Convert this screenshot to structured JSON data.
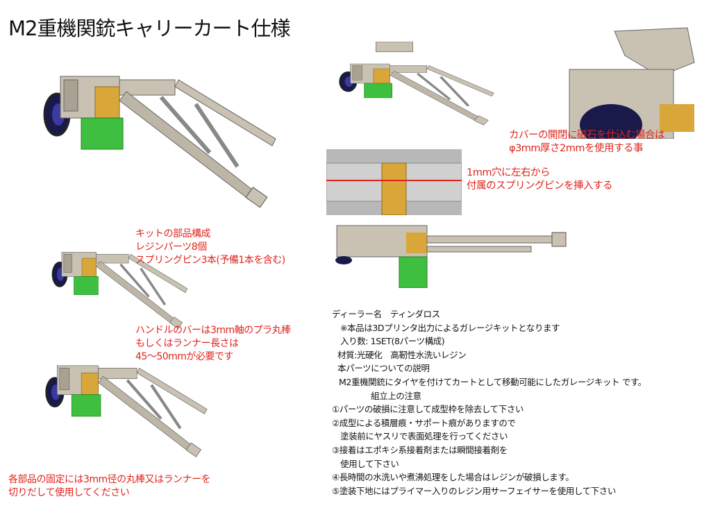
{
  "title": "M2重機関銃キャリーカート仕様",
  "notes": {
    "magnet": [
      "カバーの開閉に磁石を仕込む場合は",
      "φ3mm厚さ2mmを使用する事"
    ],
    "pin": [
      "1mm穴に左右から",
      "付属のスプリングピンを挿入する"
    ],
    "kit": [
      "キットの部品構成",
      "レジンパーツ8個",
      "スプリングピン3本(予備1本を含む)"
    ],
    "handle": [
      "ハンドルのバーは3mm軸のプラ丸棒",
      "もしくはランナー長さは",
      "45～50mmが必要です"
    ],
    "fixing": [
      "各部品の固定には3mm径の丸棒又はランナーを",
      "切りだして使用してください"
    ]
  },
  "info": {
    "dealer": "ディーラー名　ティンダロス",
    "notice": "※本品は3Dプリンタ出力によるガレージキットとなります",
    "quantity": "入り数: 1SET(8パーツ構成)",
    "material": "材質:光硬化　高靭性水洗いレジン",
    "desc_heading": "本パーツについての説明",
    "desc": "M2重機関銃にタイヤを付けてカートとして移動可能にしたガレージキット です。",
    "assembly_heading": "組立上の注意",
    "cautions": [
      "①パーツの破損に注意して成型枠を除去して下さい",
      "②成型による積層痕・サポート痕がありますので",
      "　塗装前にヤスリで表面処理を行ってください",
      "③接着はエポキシ系接着剤または瞬間接着剤を",
      "　使用して下さい",
      "④長時間の水洗いや煮沸処理をした場合はレジンが破損します。",
      "⑤塗装下地にはプライマー入りのレジン用サーフェイサーを使用して下さい"
    ]
  },
  "colors": {
    "note_red": "#e0231c",
    "resin": "#c9c2b2",
    "ammo_box": "#3fbf3f",
    "brass": "#d9a63a",
    "wheel": "#1a1a4a"
  }
}
